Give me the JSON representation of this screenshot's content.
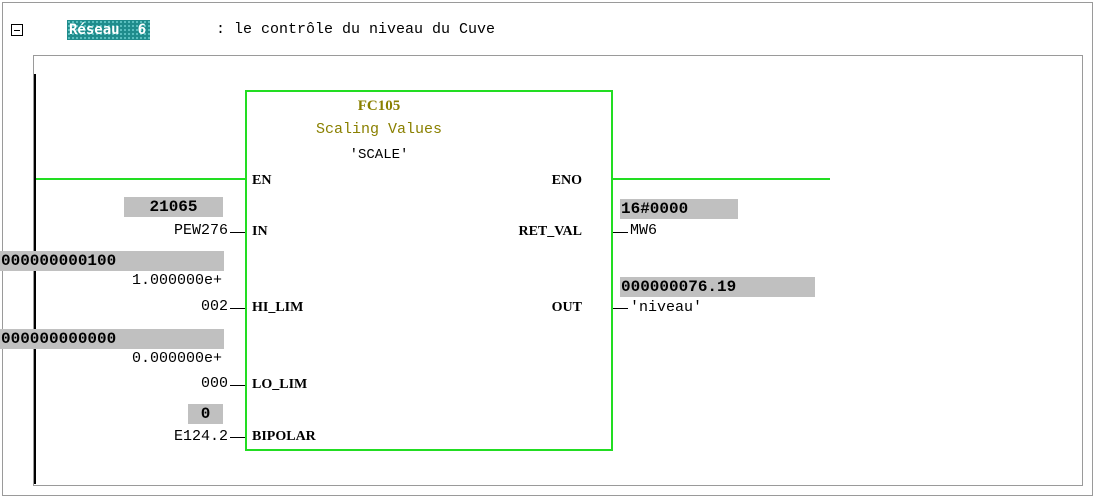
{
  "network": {
    "label": "Réseau",
    "number": "6",
    "title": ": le contrôle du niveau du Cuve"
  },
  "block": {
    "number": "FC105",
    "description": "Scaling Values",
    "symbol": "'SCALE'"
  },
  "inputs": [
    {
      "pin": "EN"
    },
    {
      "pin": "IN",
      "address": "PEW276",
      "value": "21065"
    },
    {
      "pin": "HI_LIM",
      "address_line1": "1.000000e+",
      "address_line2": "002",
      "value": "000000000100"
    },
    {
      "pin": "LO_LIM",
      "address_line1": "0.000000e+",
      "address_line2": "000",
      "value": "000000000000"
    },
    {
      "pin": "BIPOLAR",
      "address": "E124.2",
      "value": "0"
    }
  ],
  "outputs": [
    {
      "pin": "ENO"
    },
    {
      "pin": "RET_VAL",
      "address": "MW6",
      "value": "16#0000"
    },
    {
      "pin": "OUT",
      "address": "'niveau'",
      "value": "000000076.19"
    }
  ],
  "colors": {
    "power_flow": "#22dd22",
    "block_name": "#8a8000",
    "network_badge": "#1f8c8c",
    "status_value_bg": "#c0c0c0"
  }
}
